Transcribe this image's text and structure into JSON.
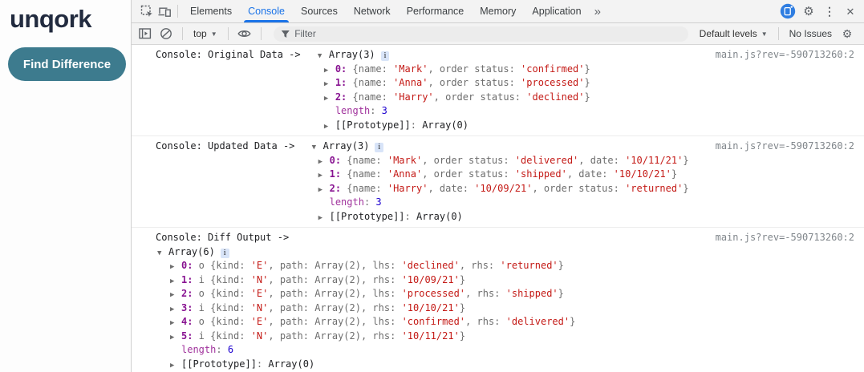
{
  "page": {
    "logo": "unqork",
    "find_button_label": "Find Difference",
    "button_color": "#3d7b8e"
  },
  "devtools": {
    "accent": "#1a73e8",
    "tabs": [
      {
        "label": "Elements",
        "active": false
      },
      {
        "label": "Console",
        "active": true
      },
      {
        "label": "Sources",
        "active": false
      },
      {
        "label": "Network",
        "active": false
      },
      {
        "label": "Performance",
        "active": false
      },
      {
        "label": "Memory",
        "active": false
      },
      {
        "label": "Application",
        "active": false
      }
    ],
    "icons": {
      "arrow_open": "▼",
      "arrow_closed": "▶",
      "more_tabs": "»",
      "gear": "⚙",
      "kebab": "⋮",
      "close": "✕",
      "caret": "▼"
    },
    "toolbar": {
      "context": "top",
      "filter_placeholder": "Filter",
      "levels": "Default levels",
      "issues": "No Issues"
    }
  },
  "console": {
    "messages": [
      {
        "inline": true,
        "rows": [
          {
            "d": "h",
            "src": "main.js?rev=-590713260:2",
            "t": [
              [
                "lb",
                "Console: Original Data -> "
              ],
              [
                "aro",
                ""
              ],
              [
                "ob",
                "Array(3)"
              ],
              [
                "bd",
                "i"
              ]
            ]
          },
          {
            "d": "c",
            "t": [
              [
                "arc",
                ""
              ],
              [
                "ix",
                "0:"
              ],
              [
                "pv",
                " {name: "
              ],
              [
                "st",
                "'Mark'"
              ],
              [
                "pv",
                ", order status: "
              ],
              [
                "st",
                "'confirmed'"
              ],
              [
                "pv",
                "}"
              ]
            ]
          },
          {
            "d": "c",
            "t": [
              [
                "arc",
                ""
              ],
              [
                "ix",
                "1:"
              ],
              [
                "pv",
                " {name: "
              ],
              [
                "st",
                "'Anna'"
              ],
              [
                "pv",
                ", order status: "
              ],
              [
                "st",
                "'processed'"
              ],
              [
                "pv",
                "}"
              ]
            ]
          },
          {
            "d": "c",
            "t": [
              [
                "arc",
                ""
              ],
              [
                "ix",
                "2:"
              ],
              [
                "pv",
                " {name: "
              ],
              [
                "st",
                "'Harry'"
              ],
              [
                "pv",
                ", order status: "
              ],
              [
                "st",
                "'declined'"
              ],
              [
                "pv",
                "}"
              ]
            ]
          },
          {
            "d": "c",
            "t": [
              [
                "sp",
                ""
              ],
              [
                "pn",
                "length"
              ],
              [
                "pv",
                ": "
              ],
              [
                "nm",
                "3"
              ]
            ]
          },
          {
            "d": "c",
            "t": [
              [
                "arc",
                ""
              ],
              [
                "pt",
                "[[Prototype]]"
              ],
              [
                "pv",
                ": "
              ],
              [
                "ob",
                "Array(0)"
              ]
            ]
          }
        ]
      },
      {
        "inline": true,
        "rows": [
          {
            "d": "h",
            "src": "main.js?rev=-590713260:2",
            "t": [
              [
                "lb",
                "Console: Updated Data -> "
              ],
              [
                "aro",
                ""
              ],
              [
                "ob",
                "Array(3)"
              ],
              [
                "bd",
                "i"
              ]
            ]
          },
          {
            "d": "c",
            "t": [
              [
                "arc",
                ""
              ],
              [
                "ix",
                "0:"
              ],
              [
                "pv",
                " {name: "
              ],
              [
                "st",
                "'Mark'"
              ],
              [
                "pv",
                ", order status: "
              ],
              [
                "st",
                "'delivered'"
              ],
              [
                "pv",
                ", date: "
              ],
              [
                "st",
                "'10/11/21'"
              ],
              [
                "pv",
                "}"
              ]
            ]
          },
          {
            "d": "c",
            "t": [
              [
                "arc",
                ""
              ],
              [
                "ix",
                "1:"
              ],
              [
                "pv",
                " {name: "
              ],
              [
                "st",
                "'Anna'"
              ],
              [
                "pv",
                ", order status: "
              ],
              [
                "st",
                "'shipped'"
              ],
              [
                "pv",
                ", date: "
              ],
              [
                "st",
                "'10/10/21'"
              ],
              [
                "pv",
                "}"
              ]
            ]
          },
          {
            "d": "c",
            "t": [
              [
                "arc",
                ""
              ],
              [
                "ix",
                "2:"
              ],
              [
                "pv",
                " {name: "
              ],
              [
                "st",
                "'Harry'"
              ],
              [
                "pv",
                ", date: "
              ],
              [
                "st",
                "'10/09/21'"
              ],
              [
                "pv",
                ", order status: "
              ],
              [
                "st",
                "'returned'"
              ],
              [
                "pv",
                "}"
              ]
            ]
          },
          {
            "d": "c",
            "t": [
              [
                "sp",
                ""
              ],
              [
                "pn",
                "length"
              ],
              [
                "pv",
                ": "
              ],
              [
                "nm",
                "3"
              ]
            ]
          },
          {
            "d": "c",
            "t": [
              [
                "arc",
                ""
              ],
              [
                "pt",
                "[[Prototype]]"
              ],
              [
                "pv",
                ": "
              ],
              [
                "ob",
                "Array(0)"
              ]
            ]
          }
        ]
      },
      {
        "inline": false,
        "rows": [
          {
            "d": "h",
            "src": "main.js?rev=-590713260:2",
            "t": [
              [
                "lb",
                "Console: Diff Output ->"
              ]
            ]
          },
          {
            "d": "r",
            "t": [
              [
                "aro",
                ""
              ],
              [
                "ob",
                "Array(6)"
              ],
              [
                "bd",
                "i"
              ]
            ]
          },
          {
            "d": "c",
            "t": [
              [
                "arc",
                ""
              ],
              [
                "ix",
                "0:"
              ],
              [
                "pv",
                " o {kind: "
              ],
              [
                "st",
                "'E'"
              ],
              [
                "pv",
                ", path: Array(2), lhs: "
              ],
              [
                "st",
                "'declined'"
              ],
              [
                "pv",
                ", rhs: "
              ],
              [
                "st",
                "'returned'"
              ],
              [
                "pv",
                "}"
              ]
            ]
          },
          {
            "d": "c",
            "t": [
              [
                "arc",
                ""
              ],
              [
                "ix",
                "1:"
              ],
              [
                "pv",
                " i {kind: "
              ],
              [
                "st",
                "'N'"
              ],
              [
                "pv",
                ", path: Array(2), rhs: "
              ],
              [
                "st",
                "'10/09/21'"
              ],
              [
                "pv",
                "}"
              ]
            ]
          },
          {
            "d": "c",
            "t": [
              [
                "arc",
                ""
              ],
              [
                "ix",
                "2:"
              ],
              [
                "pv",
                " o {kind: "
              ],
              [
                "st",
                "'E'"
              ],
              [
                "pv",
                ", path: Array(2), lhs: "
              ],
              [
                "st",
                "'processed'"
              ],
              [
                "pv",
                ", rhs: "
              ],
              [
                "st",
                "'shipped'"
              ],
              [
                "pv",
                "}"
              ]
            ]
          },
          {
            "d": "c",
            "t": [
              [
                "arc",
                ""
              ],
              [
                "ix",
                "3:"
              ],
              [
                "pv",
                " i {kind: "
              ],
              [
                "st",
                "'N'"
              ],
              [
                "pv",
                ", path: Array(2), rhs: "
              ],
              [
                "st",
                "'10/10/21'"
              ],
              [
                "pv",
                "}"
              ]
            ]
          },
          {
            "d": "c",
            "t": [
              [
                "arc",
                ""
              ],
              [
                "ix",
                "4:"
              ],
              [
                "pv",
                " o {kind: "
              ],
              [
                "st",
                "'E'"
              ],
              [
                "pv",
                ", path: Array(2), lhs: "
              ],
              [
                "st",
                "'confirmed'"
              ],
              [
                "pv",
                ", rhs: "
              ],
              [
                "st",
                "'delivered'"
              ],
              [
                "pv",
                "}"
              ]
            ]
          },
          {
            "d": "c",
            "t": [
              [
                "arc",
                ""
              ],
              [
                "ix",
                "5:"
              ],
              [
                "pv",
                " i {kind: "
              ],
              [
                "st",
                "'N'"
              ],
              [
                "pv",
                ", path: Array(2), rhs: "
              ],
              [
                "st",
                "'10/11/21'"
              ],
              [
                "pv",
                "}"
              ]
            ]
          },
          {
            "d": "c",
            "t": [
              [
                "sp",
                ""
              ],
              [
                "pn",
                "length"
              ],
              [
                "pv",
                ": "
              ],
              [
                "nm",
                "6"
              ]
            ]
          },
          {
            "d": "c",
            "t": [
              [
                "arc",
                ""
              ],
              [
                "pt",
                "[[Prototype]]"
              ],
              [
                "pv",
                ": "
              ],
              [
                "ob",
                "Array(0)"
              ]
            ]
          }
        ]
      }
    ]
  }
}
